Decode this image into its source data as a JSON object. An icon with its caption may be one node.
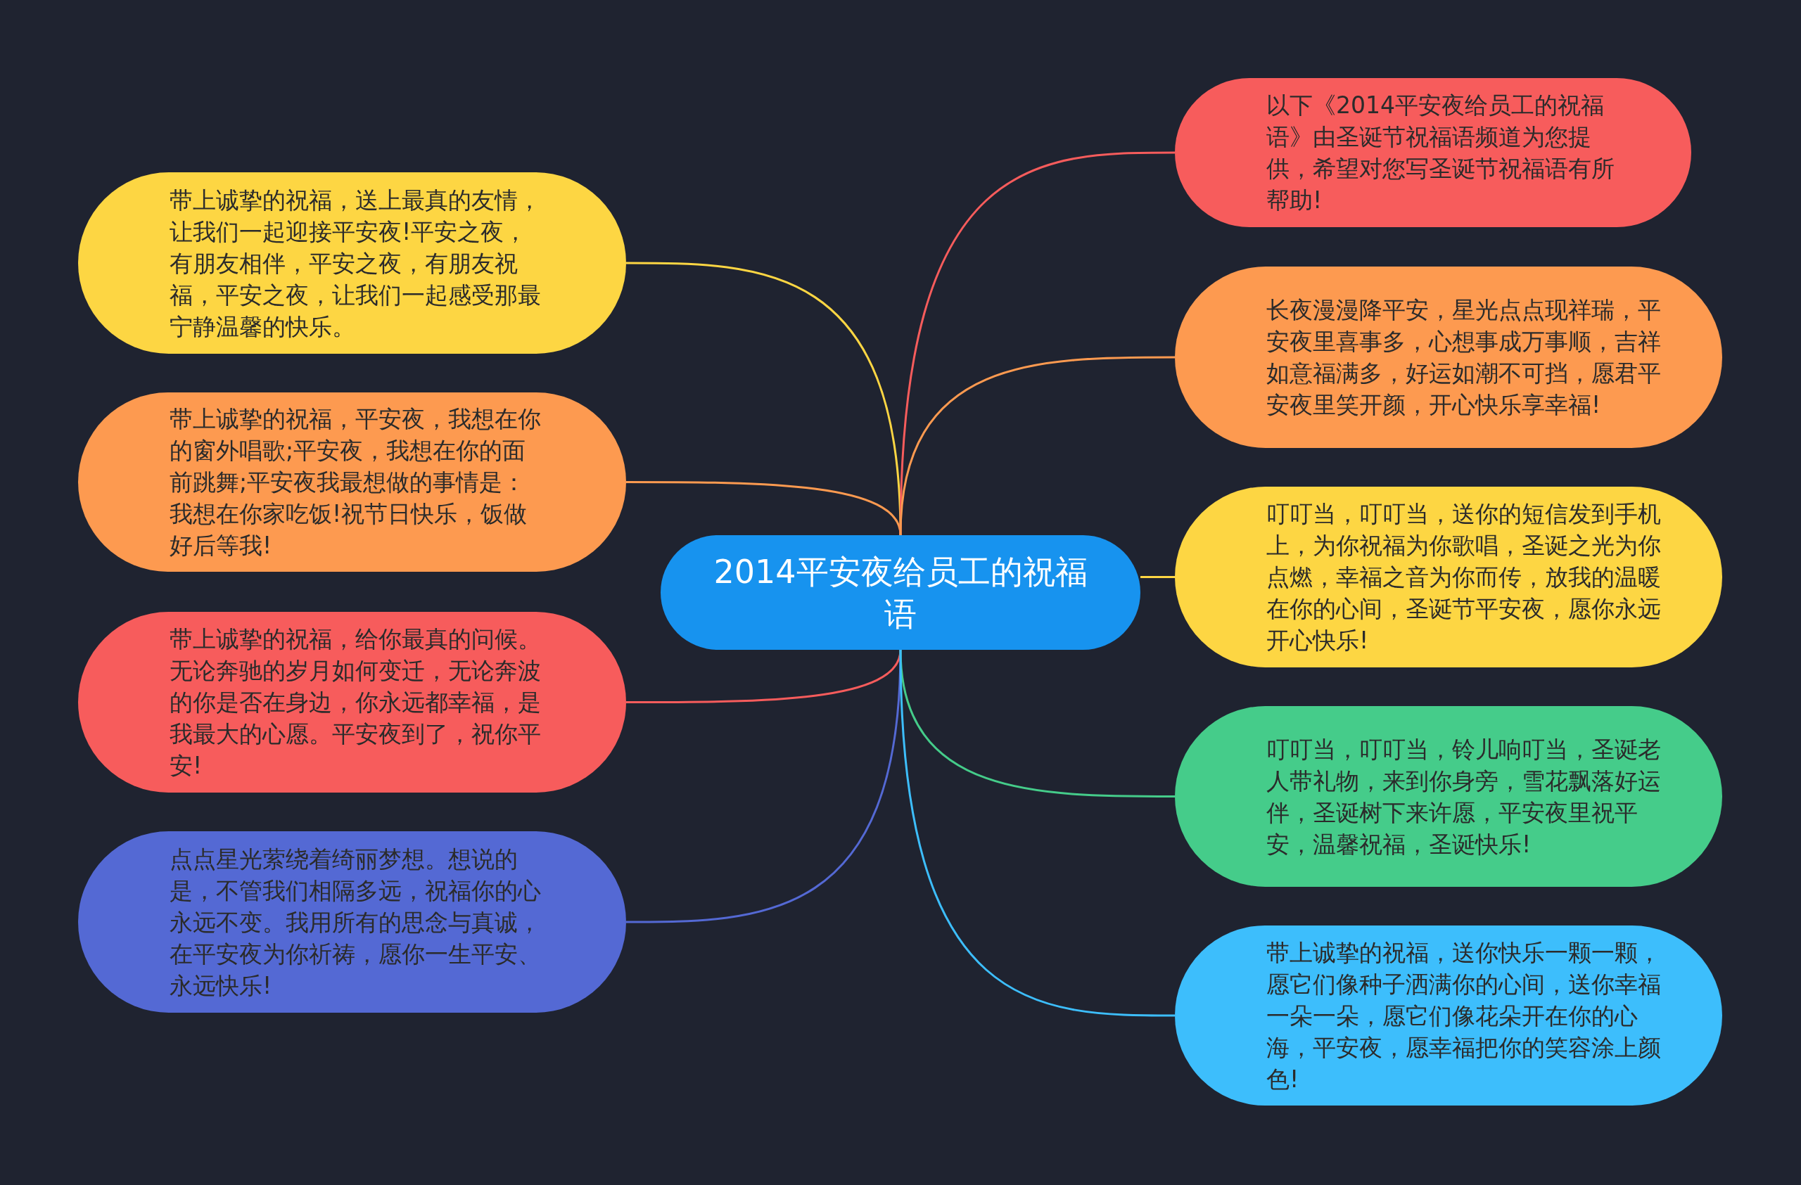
{
  "diagram": {
    "nodes": [
      {
        "text": [
          "2014平安夜给员工的祝福语"
        ]
      },
      {
        "text": [
          "带上诚挚的祝福，送上最真的友情，让我们一起迎接平安夜!平安之夜，有朋友相伴，平安之夜，有朋友祝福，平安之夜，让我们一起感受那最宁静温馨的快乐。"
        ]
      },
      {
        "text": [
          "带上诚挚的祝福，平安夜，我想在你的窗外唱歌;平安夜，我想在你的面前跳舞;平安夜我最想做的事情是：我想在你家吃饭!祝节日快乐，饭做好后等我!"
        ]
      },
      {
        "text": [
          "带上诚挚的祝福，给你最真的问候。无论奔驰的岁月如何变迁，无论奔波的你是否在身边，你永远都幸福，是我最大的心愿。平安夜到了，祝你平安!"
        ]
      },
      {
        "text": [
          "点点星光萦绕着绮丽梦想。想说的是，不管我们相隔多远，祝福你的心永远不变。我用所有的思念与真诚，在平安夜为你祈祷，愿你一生平安、永远快乐!"
        ]
      },
      {
        "text": [
          "以下《2014平安夜给员工的祝福语》由圣诞节祝福语频道为您提供，希望对您写圣诞节祝福语有所帮助!"
        ]
      },
      {
        "text": [
          "长夜漫漫降平安，星光点点现祥瑞，平安夜里喜事多，心想事成万事顺，吉祥如意福满多，好运如潮不可挡，愿君平安夜里笑开颜，开心快乐享幸福!"
        ]
      },
      {
        "text": [
          "叮叮当，叮叮当，送你的短信发到手机上，为你祝福为你歌唱，圣诞之光为你点燃，幸福之音为你而传，放我的温暖在你的心间，圣诞节平安夜，愿你永远开心快乐!"
        ]
      },
      {
        "text": [
          "叮叮当，叮叮当，铃儿响叮当，圣诞老人带礼物，来到你身旁，雪花飘落好运伴，圣诞树下来许愿，平安夜里祝平安，温馨祝福，圣诞快乐!"
        ]
      },
      {
        "text": [
          "带上诚挚的祝福，送你快乐一颗一颗，愿它们像种子洒满你的心间，送你幸福一朵一朵，愿它们像花朵开在你的心海，平安夜，愿幸福把你的笑容涂上颜色!"
        ]
      }
    ],
    "edges": [
      {
        "from": 0,
        "to": 1,
        "arrow": "none",
        "color": "#fdd643"
      },
      {
        "from": 0,
        "to": 2,
        "arrow": "none",
        "color": "#fd9a50"
      },
      {
        "from": 0,
        "to": 3,
        "arrow": "none",
        "color": "#f75c5c"
      },
      {
        "from": 0,
        "to": 4,
        "arrow": "none",
        "color": "#5469d4"
      },
      {
        "from": 0,
        "to": 5,
        "arrow": "none",
        "color": "#f75c5c"
      },
      {
        "from": 0,
        "to": 6,
        "arrow": "none",
        "color": "#fd9a50"
      },
      {
        "from": 0,
        "to": 7,
        "arrow": "none",
        "color": "#fdd643"
      },
      {
        "from": 0,
        "to": 8,
        "arrow": "none",
        "color": "#45cc8a"
      },
      {
        "from": 0,
        "to": 9,
        "arrow": "none",
        "color": "#3dbefc"
      }
    ]
  }
}
